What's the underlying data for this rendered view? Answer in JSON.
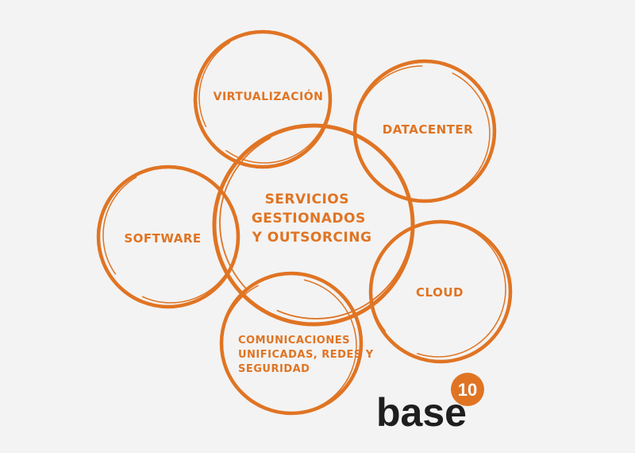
{
  "diagram": {
    "center": {
      "lines": [
        "SERVICIOS",
        "GESTIONADOS",
        "Y OUTSORCING"
      ]
    },
    "nodes": {
      "virtualizacion": "VIRTUALIZACIÓN",
      "datacenter": "DATACENTER",
      "software": "SOFTWARE",
      "cloud": "CLOUD",
      "comunicaciones": [
        "COMUNICACIONES",
        "UNIFICADAS, REDES Y",
        "SEGURIDAD"
      ]
    }
  },
  "logo": {
    "word": "base",
    "number": "10"
  },
  "colors": {
    "accent": "#e07423",
    "background": "#f3f3f3",
    "logo_text": "#1e1e1e"
  }
}
